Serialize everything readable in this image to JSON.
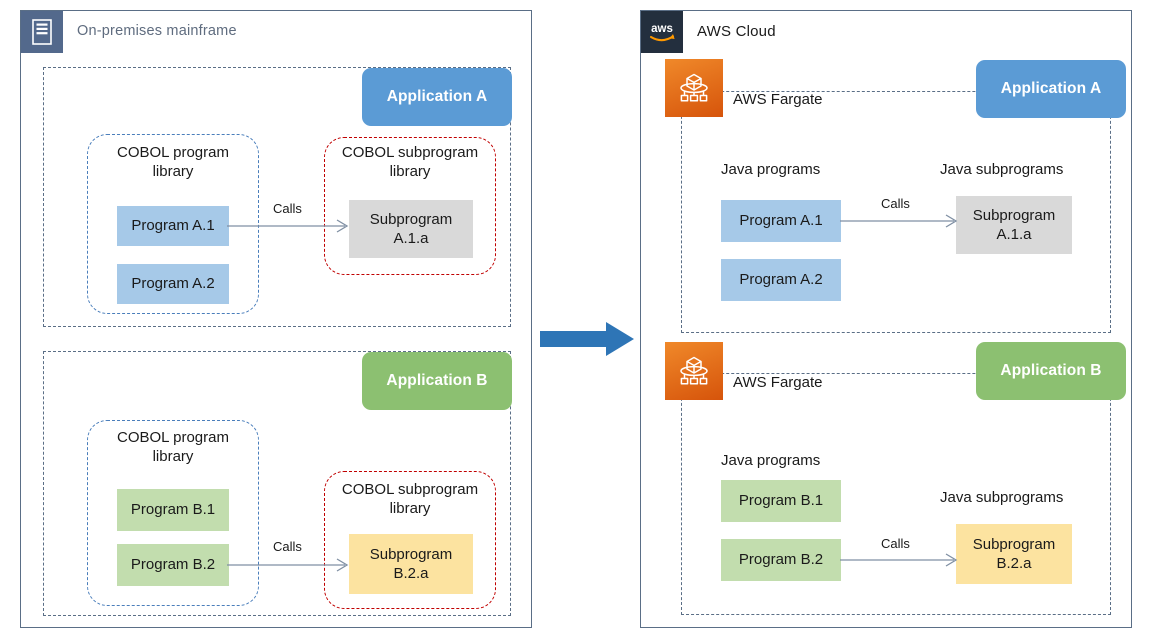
{
  "colors": {
    "panel_border": "#5A6E86",
    "mainframe_badge_bg": "#53698C",
    "aws_badge_bg": "#232F3E",
    "fargate_orange_light": "#F0892A",
    "fargate_orange_dark": "#D6540B",
    "app_a_pill": "#5B9BD5",
    "app_b_pill": "#8CC071",
    "program_library_dash": "#4A7EBB",
    "subprogram_library_dash": "#C00000",
    "program_blue_fill": "#A6C9E8",
    "program_green_fill": "#C2DDAE",
    "subprogram_gray_fill": "#D9D9D9",
    "subprogram_yellow_fill": "#FCE3A0",
    "migration_arrow": "#2E75B6",
    "call_arrow": "#7F8FA3"
  },
  "left_panel": {
    "icon": "mainframe-icon",
    "title": "On-premises mainframe",
    "applications": [
      {
        "pill_label": "Application A",
        "pill_style": "blue",
        "program_library": {
          "caption": "COBOL program\nlibrary",
          "items": [
            {
              "label": "Program A.1",
              "fill": "blue"
            },
            {
              "label": "Program A.2",
              "fill": "blue"
            }
          ]
        },
        "subprogram_library": {
          "caption": "COBOL subprogram\nlibrary",
          "items": [
            {
              "label": "Subprogram\nA.1.a",
              "fill": "gray"
            }
          ]
        },
        "call": {
          "label": "Calls",
          "from": "Program A.1",
          "to": "Subprogram A.1.a"
        }
      },
      {
        "pill_label": "Application B",
        "pill_style": "green",
        "program_library": {
          "caption": "COBOL program\nlibrary",
          "items": [
            {
              "label": "Program B.1",
              "fill": "green"
            },
            {
              "label": "Program B.2",
              "fill": "green"
            }
          ]
        },
        "subprogram_library": {
          "caption": "COBOL subprogram\nlibrary",
          "items": [
            {
              "label": "Subprogram\nB.2.a",
              "fill": "yellow"
            }
          ]
        },
        "call": {
          "label": "Calls",
          "from": "Program B.2",
          "to": "Subprogram B.2.a"
        }
      }
    ]
  },
  "migration": {
    "direction": "left-to-right",
    "color": "#2E75B6"
  },
  "right_panel": {
    "icon": "aws-logo-icon",
    "title": "AWS Cloud",
    "applications": [
      {
        "service_icon": "aws-fargate-icon",
        "service_label": "AWS Fargate",
        "pill_label": "Application A",
        "pill_style": "blue",
        "programs_caption": "Java programs",
        "subprograms_caption": "Java subprograms",
        "programs": [
          {
            "label": "Program A.1",
            "fill": "blue"
          },
          {
            "label": "Program A.2",
            "fill": "blue"
          }
        ],
        "subprograms": [
          {
            "label": "Subprogram\nA.1.a",
            "fill": "gray"
          }
        ],
        "call": {
          "label": "Calls",
          "from": "Program A.1",
          "to": "Subprogram A.1.a"
        }
      },
      {
        "service_icon": "aws-fargate-icon",
        "service_label": "AWS Fargate",
        "pill_label": "Application B",
        "pill_style": "green",
        "programs_caption": "Java programs",
        "subprograms_caption": "Java subprograms",
        "programs": [
          {
            "label": "Program B.1",
            "fill": "green"
          },
          {
            "label": "Program B.2",
            "fill": "green"
          }
        ],
        "subprograms": [
          {
            "label": "Subprogram\nB.2.a",
            "fill": "yellow"
          }
        ],
        "call": {
          "label": "Calls",
          "from": "Program B.2",
          "to": "Subprogram B.2.a"
        }
      }
    ]
  }
}
